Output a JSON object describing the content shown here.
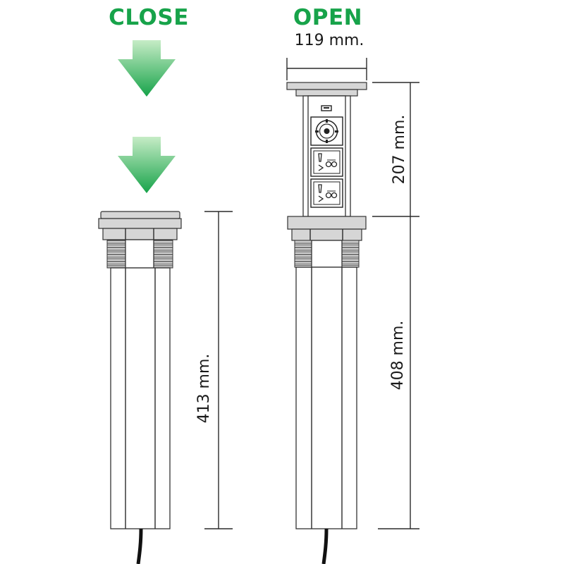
{
  "labels": {
    "close": "CLOSE",
    "open": "OPEN"
  },
  "dimensions": {
    "width_open": "119 mm.",
    "height_closed": "413 mm.",
    "height_open_top": "207 mm.",
    "height_open_body": "408 mm."
  },
  "colors": {
    "accent": "#17a34a",
    "arrow_top": "#c6ecc6",
    "arrow_bottom": "#17a34a"
  },
  "icons": {
    "close_arrows": [
      "arrow-down-icon",
      "arrow-down-icon"
    ],
    "sockets": [
      "usb-port-icon",
      "data-port-icon",
      "power-socket-icon",
      "power-socket-icon"
    ]
  }
}
